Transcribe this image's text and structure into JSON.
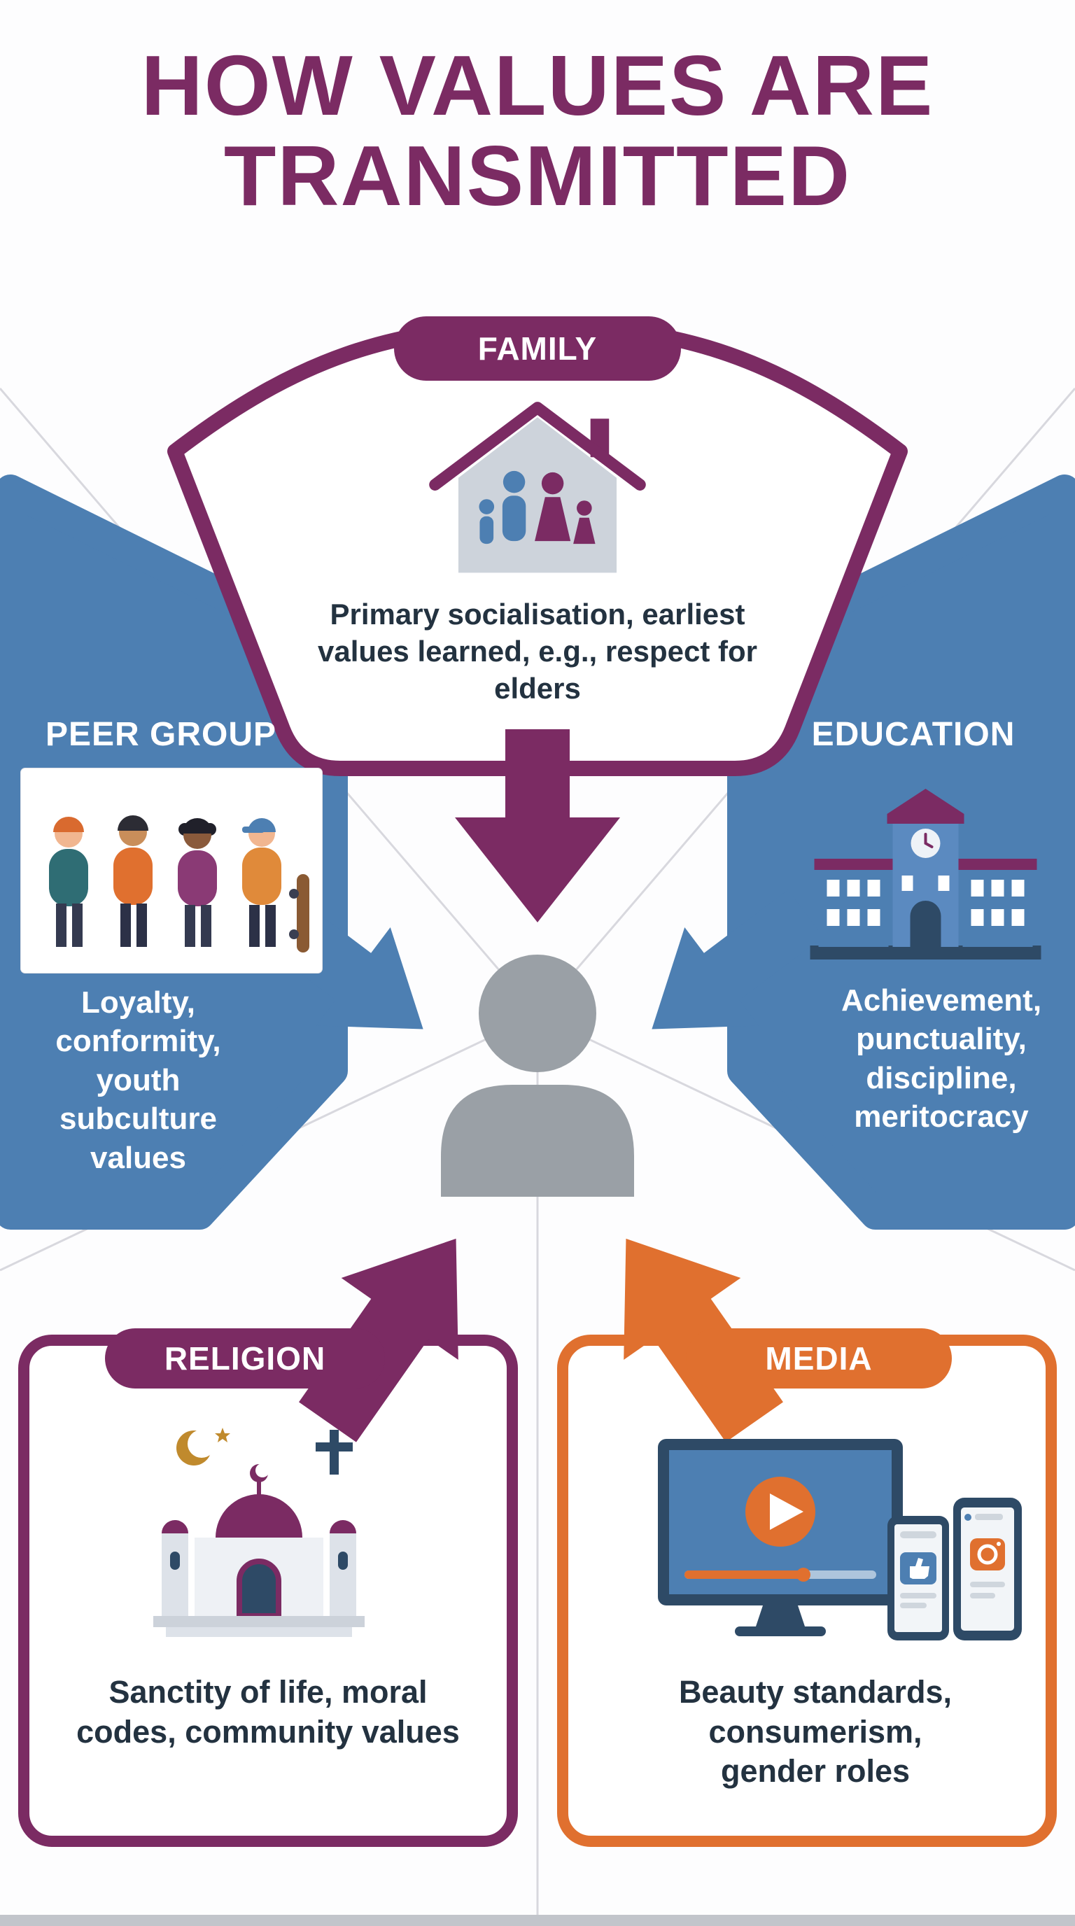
{
  "title": {
    "line1": "HOW VALUES ARE",
    "line2": "TRANSMITTED"
  },
  "colors": {
    "purple": "#7b2b63",
    "blue": "#4d7fb2",
    "orange": "#e0702f",
    "person_gray": "#9aa0a6",
    "text_dark": "#233240"
  },
  "center": {
    "icon": "person-silhouette-icon"
  },
  "sections": {
    "family": {
      "label": "FAMILY",
      "description": "Primary socialisation, earliest values learned, e.g., respect for elders",
      "icon": "house-family-icon"
    },
    "peer_group": {
      "label": "PEER GROUP",
      "description": "Loyalty, conformity, youth subculture values",
      "icon": "friends-illustration"
    },
    "education": {
      "label": "EDUCATION",
      "description": "Achievement, punctuality, discipline, meritocracy",
      "icon": "school-building-icon"
    },
    "religion": {
      "label": "RELIGION",
      "description": "Sanctity of life, moral codes, community values",
      "icon": "mosque-icon"
    },
    "media": {
      "label": "MEDIA",
      "description": "Beauty standards, consumerism, gender roles",
      "icon": "media-screens-icon"
    }
  }
}
